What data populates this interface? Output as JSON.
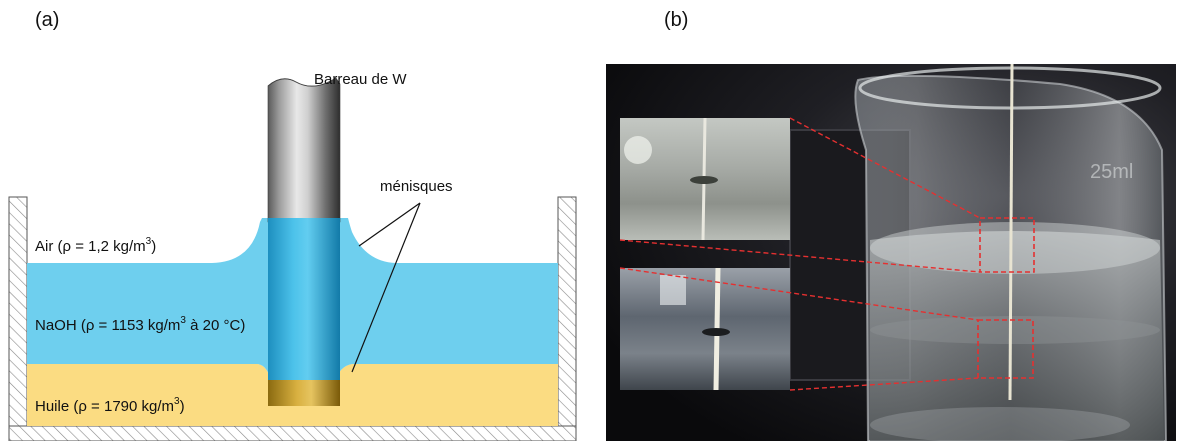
{
  "panel_a": {
    "label": "(a)",
    "rod_label": "Barreau de W",
    "menisci_label": "ménisques",
    "layers": {
      "air": {
        "text": "Air (ρ = 1,2 kg/m",
        "sup": "3",
        "close": ")"
      },
      "naoh": {
        "text": "NaOH (ρ = 1153 kg/m",
        "sup": "3",
        "rest": " à 20 °C)"
      },
      "oil": {
        "text": "Huile (ρ = 1790 kg/m",
        "sup": "3",
        "close": ")"
      }
    }
  },
  "panel_b": {
    "label": "(b)",
    "beaker_marking": "25ml"
  },
  "colors": {
    "naoh": "#6ecfee",
    "oil": "#fbdc82",
    "hatch": "#888888",
    "callout": "#e53030"
  }
}
